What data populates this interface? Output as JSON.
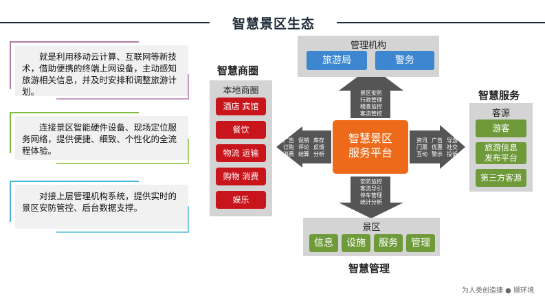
{
  "title": "智慧景区生态",
  "left_boxes": [
    {
      "text": "就是利用移动云计算、互联网等新技术，借助便携的终端上网设备，主动感知旅游相关信息，并及时安排和调整旅游计划。"
    },
    {
      "text": "连接景区智能硬件设备、现场定位服务网络，提供便捷、细致、个性化的全流程体验。"
    },
    {
      "text": "对接上层管理机构系统，提供实时的景区安防管控、后台数据支撑。"
    }
  ],
  "admin": {
    "label": "管理机构",
    "items": [
      "旅游局",
      "警务"
    ]
  },
  "commerce": {
    "section_title": "智慧商圈",
    "label": "本地商圈",
    "items": [
      "酒店 宾馆",
      "餐饮",
      "物流 运输",
      "购物 消费",
      "娱乐"
    ]
  },
  "service": {
    "section_title": "智慧服务",
    "label": "客源",
    "items": [
      "游客",
      "旅游信息\n发布平台",
      "第三方客源"
    ]
  },
  "management": {
    "section_title": "智慧管理",
    "label": "景区",
    "items": [
      "信息",
      "设施",
      "服务",
      "管理"
    ]
  },
  "center": {
    "line1": "智慧景区",
    "line2": "服务平台"
  },
  "arrows": {
    "up": [
      "景区安防",
      "行政管理",
      "稽查监控",
      "客流管控"
    ],
    "down": [
      "安防监控",
      "客流导引",
      "停车管理",
      "统计分析"
    ],
    "left": [
      [
        "广告",
        "订购",
        "消费"
      ],
      [
        "促销",
        "评论",
        "结算"
      ],
      [
        "库存",
        "反馈",
        "分析"
      ]
    ],
    "right": [
      [
        "资讯",
        "门票",
        "互动"
      ],
      [
        "广告",
        "优惠",
        "警示"
      ],
      [
        "导游",
        "社交",
        "投诉"
      ]
    ]
  },
  "footer": "为人类创造捷 ● 顺环境",
  "colors": {
    "red": "#c8141b",
    "blue": "#3d86d0",
    "green": "#6f9a3a",
    "orange": "#ed6a1b",
    "arrow_gray": "#555555",
    "panel_gray": "#d4d4d4"
  }
}
